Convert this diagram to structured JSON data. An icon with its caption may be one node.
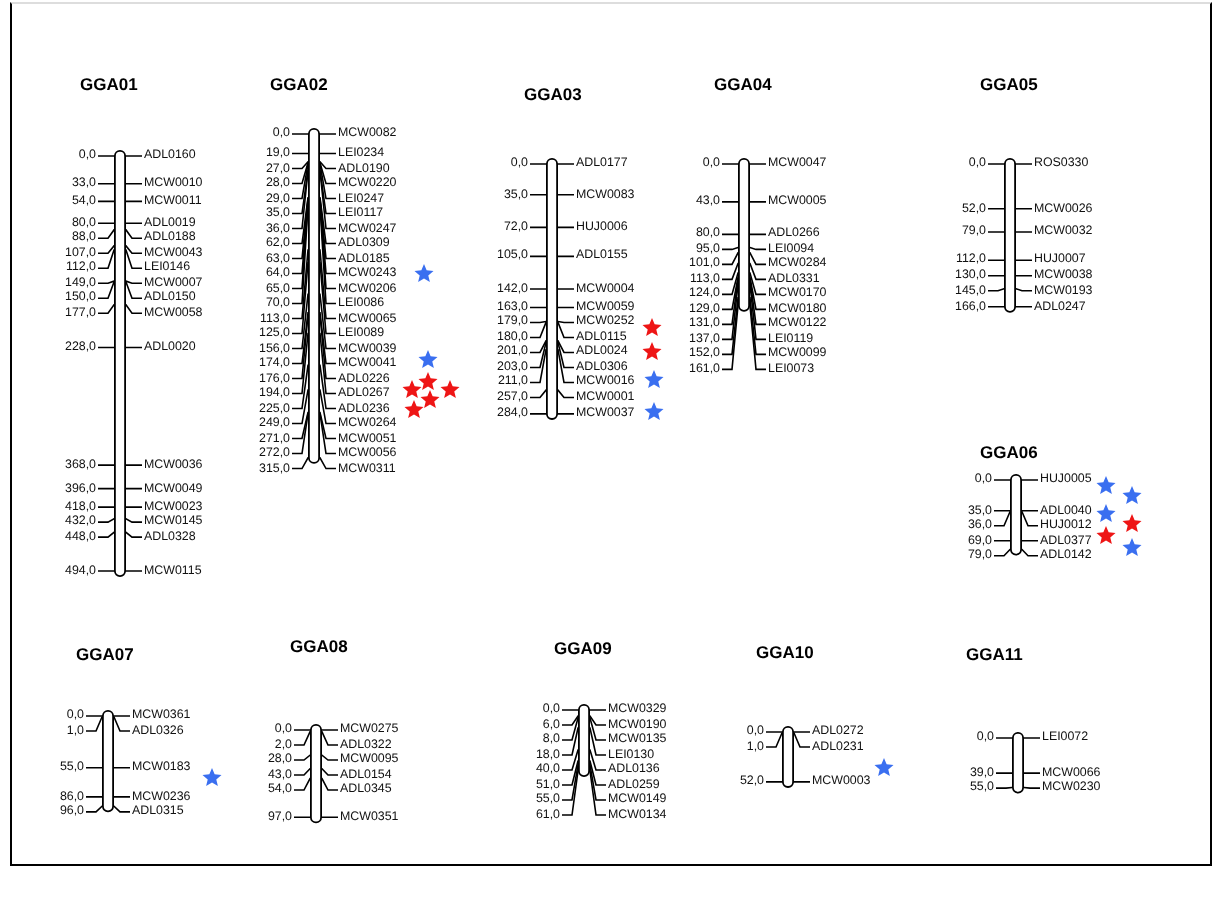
{
  "diagram": {
    "nodes": [
      {
        "text": [
          "GGA01"
        ]
      },
      {
        "text": [
          "0,0",
          "ADL0160"
        ]
      },
      {
        "text": [
          "33,0",
          "MCW0010"
        ]
      },
      {
        "text": [
          "54,0",
          "MCW0011"
        ]
      },
      {
        "text": [
          "80,0",
          "ADL0019"
        ]
      },
      {
        "text": [
          "88,0",
          "ADL0188"
        ]
      },
      {
        "text": [
          "107,0",
          "MCW0043"
        ]
      },
      {
        "text": [
          "112,0",
          "LEI0146"
        ]
      },
      {
        "text": [
          "149,0",
          "MCW0007"
        ]
      },
      {
        "text": [
          "150,0",
          "ADL0150"
        ]
      },
      {
        "text": [
          "177,0",
          "MCW0058"
        ]
      },
      {
        "text": [
          "228,0",
          "ADL0020"
        ]
      },
      {
        "text": [
          "368,0",
          "MCW0036"
        ]
      },
      {
        "text": [
          "396,0",
          "MCW0049"
        ]
      },
      {
        "text": [
          "418,0",
          "MCW0023"
        ]
      },
      {
        "text": [
          "432,0",
          "MCW0145"
        ]
      },
      {
        "text": [
          "448,0",
          "ADL0328"
        ]
      },
      {
        "text": [
          "494,0",
          "MCW0115"
        ]
      },
      {
        "text": [
          "GGA02"
        ]
      },
      {
        "text": [
          "0,0",
          "MCW0082"
        ]
      },
      {
        "text": [
          "19,0",
          "LEI0234"
        ]
      },
      {
        "text": [
          "27,0",
          "ADL0190"
        ]
      },
      {
        "text": [
          "28,0",
          "MCW0220"
        ]
      },
      {
        "text": [
          "29,0",
          "LEI0247"
        ]
      },
      {
        "text": [
          "35,0",
          "LEI0117"
        ]
      },
      {
        "text": [
          "36,0",
          "MCW0247"
        ]
      },
      {
        "text": [
          "62,0",
          "ADL0309"
        ]
      },
      {
        "text": [
          "63,0",
          "ADL0185"
        ]
      },
      {
        "text": [
          "64,0",
          "MCW0243"
        ]
      },
      {
        "text": [
          "65,0",
          "MCW0206"
        ]
      },
      {
        "text": [
          "70,0",
          "LEI0086"
        ]
      },
      {
        "text": [
          "113,0",
          "MCW0065"
        ]
      },
      {
        "text": [
          "125,0",
          "LEI0089"
        ]
      },
      {
        "text": [
          "156,0",
          "MCW0039"
        ]
      },
      {
        "text": [
          "174,0",
          "MCW0041"
        ]
      },
      {
        "text": [
          "176,0",
          "ADL0226"
        ]
      },
      {
        "text": [
          "194,0",
          "ADL0267"
        ]
      },
      {
        "text": [
          "225,0",
          "ADL0236"
        ]
      },
      {
        "text": [
          "249,0",
          "MCW0264"
        ]
      },
      {
        "text": [
          "271,0",
          "MCW0051"
        ]
      },
      {
        "text": [
          "272,0",
          "MCW0056"
        ]
      },
      {
        "text": [
          "315,0",
          "MCW0311"
        ]
      },
      {
        "text": [
          "GGA03"
        ]
      },
      {
        "text": [
          "0,0",
          "ADL0177"
        ]
      },
      {
        "text": [
          "35,0",
          "MCW0083"
        ]
      },
      {
        "text": [
          "72,0",
          "HUJ0006"
        ]
      },
      {
        "text": [
          "105,0",
          "ADL0155"
        ]
      },
      {
        "text": [
          "142,0",
          "MCW0004"
        ]
      },
      {
        "text": [
          "163,0",
          "MCW0059"
        ]
      },
      {
        "text": [
          "179,0",
          "MCW0252"
        ]
      },
      {
        "text": [
          "180,0",
          "ADL0115"
        ]
      },
      {
        "text": [
          "201,0",
          "ADL0024"
        ]
      },
      {
        "text": [
          "203,0",
          "ADL0306"
        ]
      },
      {
        "text": [
          "211,0",
          "MCW0016"
        ]
      },
      {
        "text": [
          "257,0",
          "MCW0001"
        ]
      },
      {
        "text": [
          "284,0",
          "MCW0037"
        ]
      },
      {
        "text": [
          "GGA04"
        ]
      },
      {
        "text": [
          "0,0",
          "MCW0047"
        ]
      },
      {
        "text": [
          "43,0",
          "MCW0005"
        ]
      },
      {
        "text": [
          "80,0",
          "ADL0266"
        ]
      },
      {
        "text": [
          "95,0",
          "LEI0094"
        ]
      },
      {
        "text": [
          "101,0",
          "MCW0284"
        ]
      },
      {
        "text": [
          "113,0",
          "ADL0331"
        ]
      },
      {
        "text": [
          "124,0",
          "MCW0170"
        ]
      },
      {
        "text": [
          "129,0",
          "MCW0180"
        ]
      },
      {
        "text": [
          "131,0",
          "MCW0122"
        ]
      },
      {
        "text": [
          "137,0",
          "LEI0119"
        ]
      },
      {
        "text": [
          "152,0",
          "MCW0099"
        ]
      },
      {
        "text": [
          "161,0",
          "LEI0073"
        ]
      },
      {
        "text": [
          "GGA05"
        ]
      },
      {
        "text": [
          "0,0",
          "ROS0330"
        ]
      },
      {
        "text": [
          "52,0",
          "MCW0026"
        ]
      },
      {
        "text": [
          "79,0",
          "MCW0032"
        ]
      },
      {
        "text": [
          "112,0",
          "HUJ0007"
        ]
      },
      {
        "text": [
          "130,0",
          "MCW0038"
        ]
      },
      {
        "text": [
          "145,0",
          "MCW0193"
        ]
      },
      {
        "text": [
          "166,0",
          "ADL0247"
        ]
      },
      {
        "text": [
          "GGA06"
        ]
      },
      {
        "text": [
          "0,0",
          "HUJ0005"
        ]
      },
      {
        "text": [
          "35,0",
          "ADL0040"
        ]
      },
      {
        "text": [
          "36,0",
          "HUJ0012"
        ]
      },
      {
        "text": [
          "69,0",
          "ADL0377"
        ]
      },
      {
        "text": [
          "79,0",
          "ADL0142"
        ]
      },
      {
        "text": [
          "GGA07"
        ]
      },
      {
        "text": [
          "0,0",
          "MCW0361"
        ]
      },
      {
        "text": [
          "1,0",
          "ADL0326"
        ]
      },
      {
        "text": [
          "55,0",
          "MCW0183"
        ]
      },
      {
        "text": [
          "86,0",
          "MCW0236"
        ]
      },
      {
        "text": [
          "96,0",
          "ADL0315"
        ]
      },
      {
        "text": [
          "GGA08"
        ]
      },
      {
        "text": [
          "0,0",
          "MCW0275"
        ]
      },
      {
        "text": [
          "2,0",
          "ADL0322"
        ]
      },
      {
        "text": [
          "28,0",
          "MCW0095"
        ]
      },
      {
        "text": [
          "43,0",
          "ADL0154"
        ]
      },
      {
        "text": [
          "54,0",
          "ADL0345"
        ]
      },
      {
        "text": [
          "97,0",
          "MCW0351"
        ]
      },
      {
        "text": [
          "GGA09"
        ]
      },
      {
        "text": [
          "0,0",
          "MCW0329"
        ]
      },
      {
        "text": [
          "6,0",
          "MCW0190"
        ]
      },
      {
        "text": [
          "8,0",
          "MCW0135"
        ]
      },
      {
        "text": [
          "18,0",
          "LEI0130"
        ]
      },
      {
        "text": [
          "40,0",
          "ADL0136"
        ]
      },
      {
        "text": [
          "51,0",
          "ADL0259"
        ]
      },
      {
        "text": [
          "55,0",
          "MCW0149"
        ]
      },
      {
        "text": [
          "61,0",
          "MCW0134"
        ]
      },
      {
        "text": [
          "GGA10"
        ]
      },
      {
        "text": [
          "0,0",
          "ADL0272"
        ]
      },
      {
        "text": [
          "1,0",
          "ADL0231"
        ]
      },
      {
        "text": [
          "52,0",
          "MCW0003"
        ]
      },
      {
        "text": [
          "GGA11"
        ]
      },
      {
        "text": [
          "0,0",
          "LEI0072"
        ]
      },
      {
        "text": [
          "39,0",
          "MCW0066"
        ]
      },
      {
        "text": [
          "55,0",
          "MCW0230"
        ]
      }
    ]
  }
}
